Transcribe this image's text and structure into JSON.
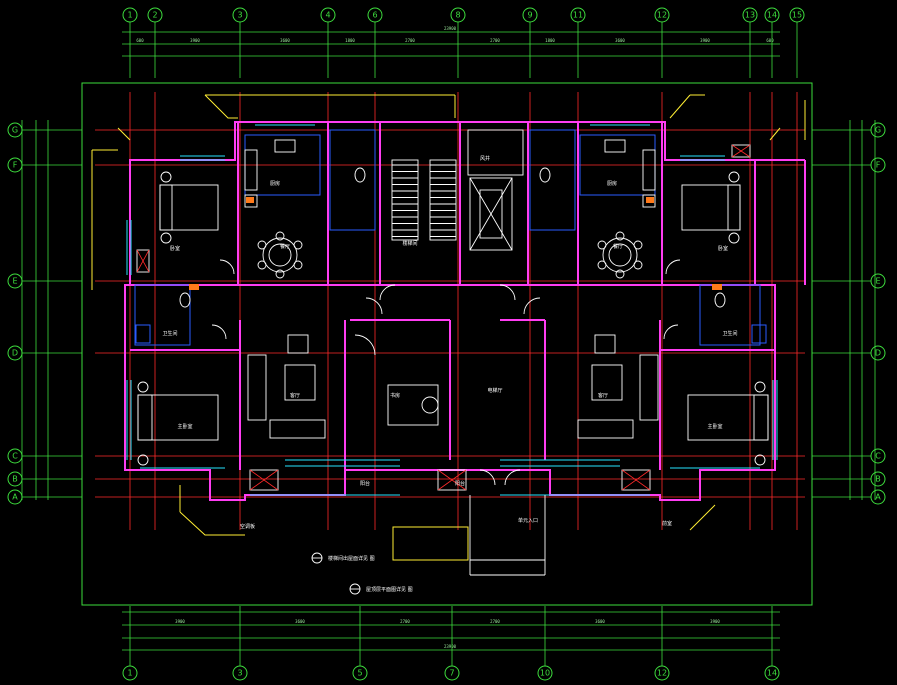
{
  "grid_top": [
    "1",
    "2",
    "3",
    "4",
    "6",
    "8",
    "9",
    "11",
    "12",
    "13",
    "14",
    "15"
  ],
  "grid_bottom": [
    "1",
    "3",
    "5",
    "7",
    "10",
    "12",
    "14"
  ],
  "grid_left": [
    "G",
    "F",
    "E",
    "D",
    "C",
    "B",
    "A"
  ],
  "rooms": {
    "kitchen": "厨房",
    "dining": "餐厅",
    "bedroom": "卧室",
    "living": "客厅",
    "bath": "卫生间",
    "master_bedroom": "主卧室",
    "study": "书房",
    "balcony": "阳台",
    "light_well": "风井",
    "elevator_hall": "电梯厅",
    "corridor": "前室",
    "stair": "楼梯间"
  },
  "annotations": {
    "legend_1": "楼梯间出屋面详见  图",
    "legend_2": "屋顶层平面图详见  图",
    "entrance": "单元入口",
    "air_cond": "空调板",
    "front": "前室"
  },
  "colors": {
    "grid": "#3ddc3d",
    "axis": "#ff2a2a",
    "wall": "#ff3df2",
    "furniture": "#ffffff",
    "window": "#26e3ff",
    "fixture": "#2a5cff",
    "outline": "#ffee33",
    "accent": "#ff7a1a"
  }
}
